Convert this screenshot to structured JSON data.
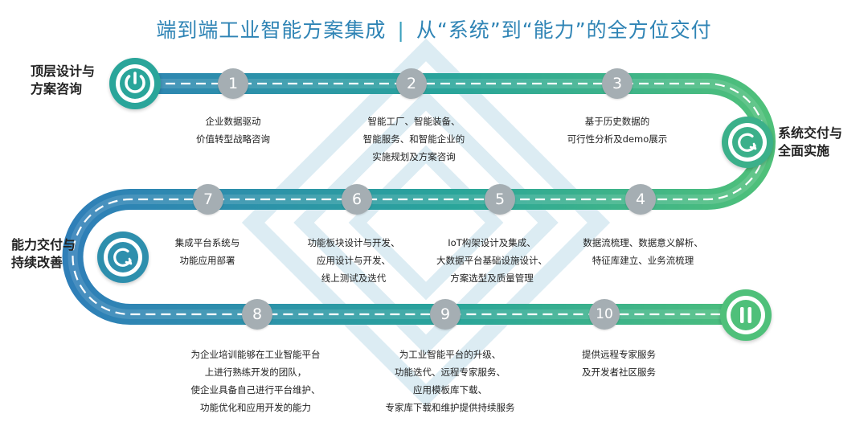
{
  "title": {
    "main": "端到端工业智能方案集成",
    "divider": "|",
    "sub": "从“系统”到“能力”的全方位交付"
  },
  "colors": {
    "blue": "#2f7fb8",
    "teal": "#2aa59a",
    "green": "#4fc07a",
    "grey": "#a5aeb3",
    "watermark": "#dcecf3"
  },
  "phases": [
    {
      "label": "顶层设计与\n方案咨询",
      "icon": "power-icon"
    },
    {
      "label": "系统交付与\n全面实施",
      "icon": "refresh-icon"
    },
    {
      "label": "能力交付与\n持续改善",
      "icon": "refresh-icon"
    },
    {
      "label": "",
      "icon": "pause-icon"
    }
  ],
  "steps": [
    {
      "number": "1",
      "lines": [
        "企业数据驱动",
        "价值转型战略咨询"
      ]
    },
    {
      "number": "2",
      "lines": [
        "智能工厂、智能装备、",
        "智能服务、和智能企业的",
        "实施规划及方案咨询"
      ]
    },
    {
      "number": "3",
      "lines": [
        "基于历史数据的",
        "可行性分析及demo展示"
      ]
    },
    {
      "number": "4",
      "lines": [
        "数据流梳理、数据意义解析、",
        "特征库建立、业务流梳理"
      ]
    },
    {
      "number": "5",
      "lines": [
        "IoT构架设计及集成、",
        "大数据平台基础设施设计、",
        "方案选型及质量管理"
      ]
    },
    {
      "number": "6",
      "lines": [
        "功能板块设计与开发、",
        "应用设计与开发、",
        "线上测试及迭代"
      ]
    },
    {
      "number": "7",
      "lines": [
        "集成平台系统与",
        "功能应用部署"
      ]
    },
    {
      "number": "8",
      "lines": [
        "为企业培训能够在工业智能平台",
        "上进行熟练开发的团队，",
        "使企业具备自己进行平台维护、",
        "功能优化和应用开发的能力"
      ]
    },
    {
      "number": "9",
      "lines": [
        "为工业智能平台的升级、",
        "功能迭代、远程专家服务、",
        "应用模板库下载、",
        "专家库下载和维护提供持续服务"
      ]
    },
    {
      "number": "10",
      "lines": [
        "提供远程专家服务",
        "及开发者社区服务"
      ]
    }
  ]
}
